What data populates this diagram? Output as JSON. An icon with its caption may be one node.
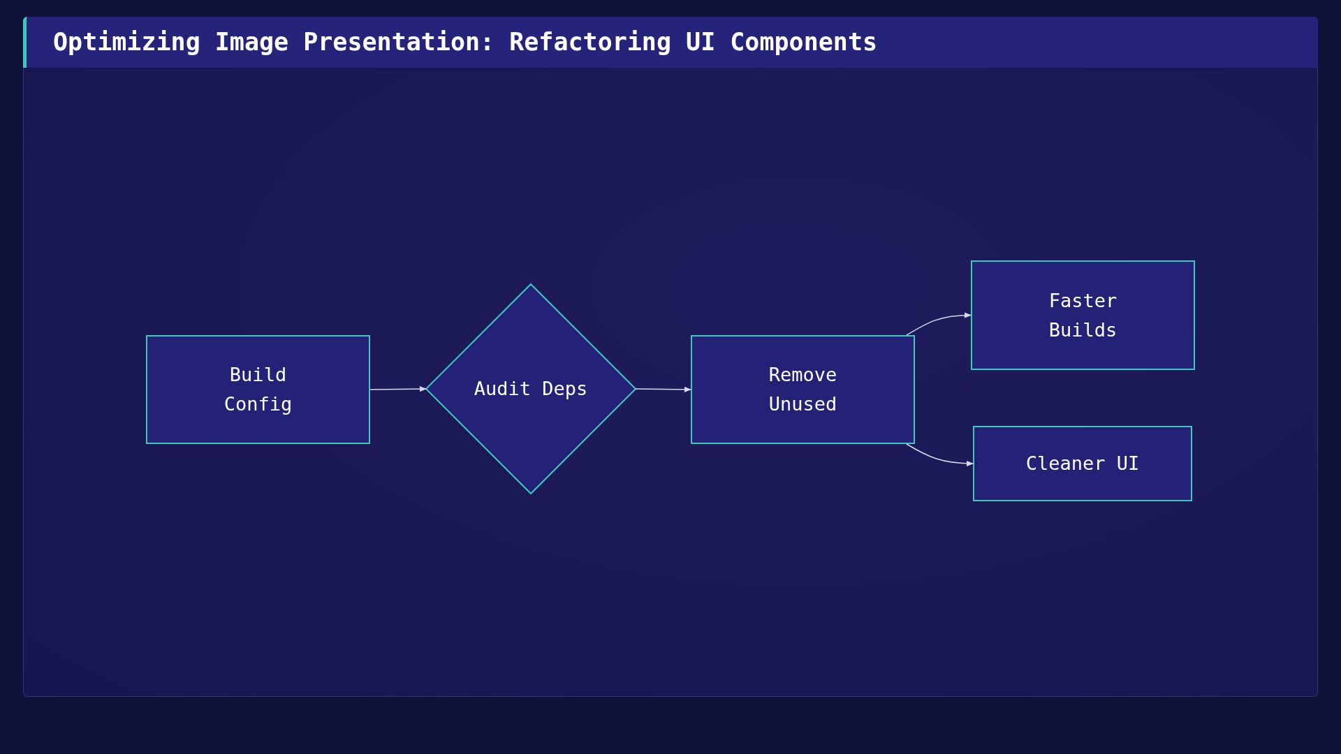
{
  "diagram": {
    "title": "Optimizing Image Presentation: Refactoring UI Components",
    "nodes": [
      {
        "text": [
          "Build Config"
        ]
      },
      {
        "text": [
          "Audit Deps"
        ]
      },
      {
        "text": [
          "Remove Unused"
        ]
      },
      {
        "text": [
          "Faster Builds"
        ]
      },
      {
        "text": [
          "Cleaner UI"
        ]
      }
    ],
    "edges": [
      {
        "from": 0,
        "to": 1,
        "arrow": "to"
      },
      {
        "from": 1,
        "to": 2,
        "arrow": "to"
      },
      {
        "from": 2,
        "to": 3,
        "arrow": "to"
      },
      {
        "from": 2,
        "to": 4,
        "arrow": "to"
      }
    ]
  }
}
